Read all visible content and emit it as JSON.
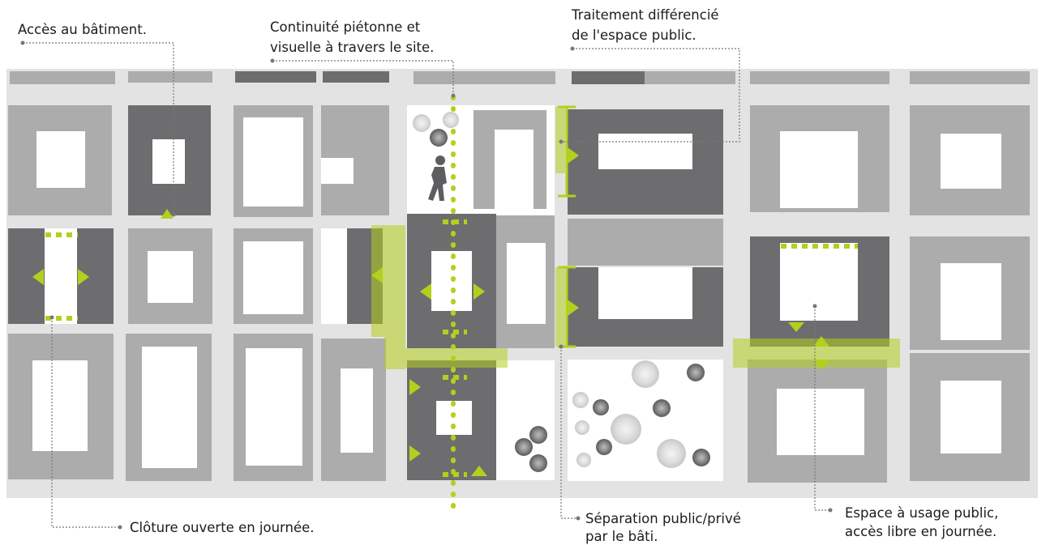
{
  "labels": {
    "building_access": "Accès au bâtiment.",
    "continuity_line1": "Continuité piétonne et",
    "continuity_line2": "visuelle à travers le site.",
    "treatment_line1": "Traitement différencié",
    "treatment_line2": "de l'espace public.",
    "fence": "Clôture ouverte en journée.",
    "separation_line1": "Séparation public/privé",
    "separation_line2": "par le bâti.",
    "public_space_line1": "Espace à usage public,",
    "public_space_line2": "accès libre en journée."
  },
  "colors": {
    "street": "#e3e3e3",
    "building_light": "#acacad",
    "building_dark": "#6d6d6f",
    "accent": "#b5cf1d",
    "accent_band": "#d2e28a",
    "leader": "#777777"
  },
  "icons": [
    "pedestrian-icon",
    "tree-icon",
    "arrow-icon"
  ]
}
